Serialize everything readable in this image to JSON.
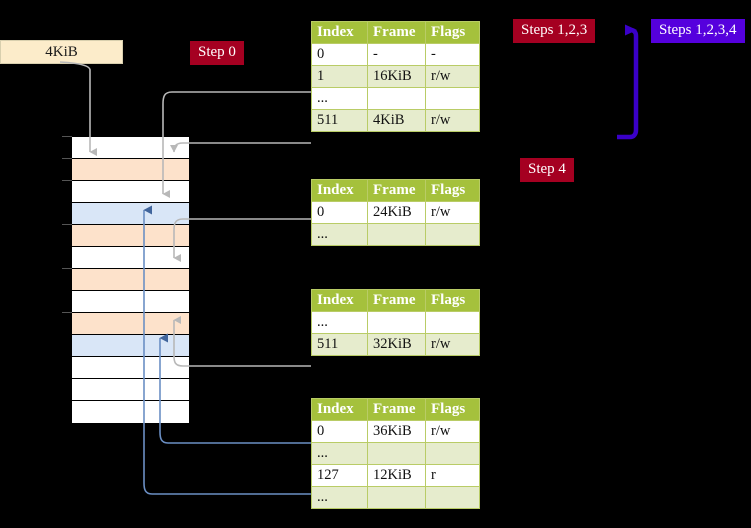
{
  "diagram": {
    "title_labels": {
      "step0": "Step 0",
      "step4": "Step 4",
      "steps123": "Steps 1,2,3",
      "steps1234": "Steps 1,2,3,4"
    },
    "physical_memory_label": "4KiB",
    "colors": {
      "badge_red": "#a50021",
      "badge_purple": "#5500dd",
      "table_header": "#a5c13c",
      "table_alt_row": "#e6eccd",
      "highlight": "#fbfaa0",
      "frame_orange": "#fde2cb",
      "frame_blue": "#d9e6f7",
      "memory_box": "#fcecca",
      "gray_arrow": "#b3b3b3",
      "blue_arrow": "#6b8fc4"
    },
    "table_headers": [
      "Index",
      "Frame",
      "Flags"
    ],
    "memory_rows": [
      {
        "fill": "white"
      },
      {
        "fill": "orange"
      },
      {
        "fill": "white"
      },
      {
        "fill": "blue"
      },
      {
        "fill": "orange"
      },
      {
        "fill": "white"
      },
      {
        "fill": "orange"
      },
      {
        "fill": "white"
      },
      {
        "fill": "orange"
      },
      {
        "fill": "blue"
      },
      {
        "fill": "white"
      },
      {
        "fill": "white"
      },
      {
        "fill": "white"
      }
    ],
    "tables": [
      {
        "id": "pml4",
        "rows": [
          {
            "index": "0",
            "frame": "-",
            "flags": "-",
            "alt": false,
            "hl": false
          },
          {
            "index": "1",
            "frame": "16KiB",
            "flags": "r/w",
            "alt": true,
            "hl": false
          },
          {
            "index": "...",
            "frame": "",
            "flags": "",
            "alt": false,
            "hl": false
          },
          {
            "index": "511",
            "frame": "4KiB",
            "flags": "r/w",
            "alt": true,
            "hl": true
          }
        ]
      },
      {
        "id": "pdpt",
        "rows": [
          {
            "index": "0",
            "frame": "24KiB",
            "flags": "r/w",
            "alt": false,
            "hl": false
          },
          {
            "index": "...",
            "frame": "",
            "flags": "",
            "alt": true,
            "hl": false
          }
        ]
      },
      {
        "id": "pd",
        "rows": [
          {
            "index": "...",
            "frame": "",
            "flags": "",
            "alt": false,
            "hl": false
          },
          {
            "index": "511",
            "frame": "32KiB",
            "flags": "r/w",
            "alt": true,
            "hl": false
          }
        ]
      },
      {
        "id": "pt",
        "rows": [
          {
            "index": "0",
            "frame": "36KiB",
            "flags": "r/w",
            "alt": false,
            "hl": false
          },
          {
            "index": "...",
            "frame": "",
            "flags": "",
            "alt": true,
            "hl": false
          },
          {
            "index": "127",
            "frame": "12KiB",
            "flags": "r",
            "alt": false,
            "hl": false
          },
          {
            "index": "...",
            "frame": "",
            "flags": "",
            "alt": true,
            "hl": false
          }
        ]
      }
    ]
  }
}
